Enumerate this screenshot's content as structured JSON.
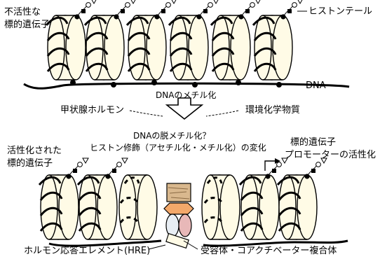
{
  "labels": {
    "inactive_gene": [
      "不活性な",
      "標的遺伝子"
    ],
    "histone_tail": "ヒストンテール",
    "dna": "DNA",
    "dna_methylation": "DNAのメチル化",
    "thyroid_hormone": "甲状腺ホルモン",
    "env_chemicals": "環境化学物質",
    "demethylation": "DNAの脱メチル化？",
    "histone_modification": "ヒストン修飾（アセチル化・メチル化）の変化",
    "activated_gene": [
      "活性化された",
      "標的遺伝子"
    ],
    "target_gene_promoter": [
      "標的遺伝子",
      "プロモーターの活性化"
    ],
    "hre": "ホルモン応答エレメント(HRE)",
    "receptor_complex": "受容体・コアクチベーター複合体"
  },
  "colors": {
    "nucleosome_fill": "#fffbe6",
    "stroke": "#000000",
    "receptor_brown": "#c79a6a",
    "receptor_orange": "#f3a86a",
    "receptor_light": "#e8eef4",
    "receptor_pink": "#e8b8b8",
    "coactivator_tan": "#d9b88e"
  }
}
